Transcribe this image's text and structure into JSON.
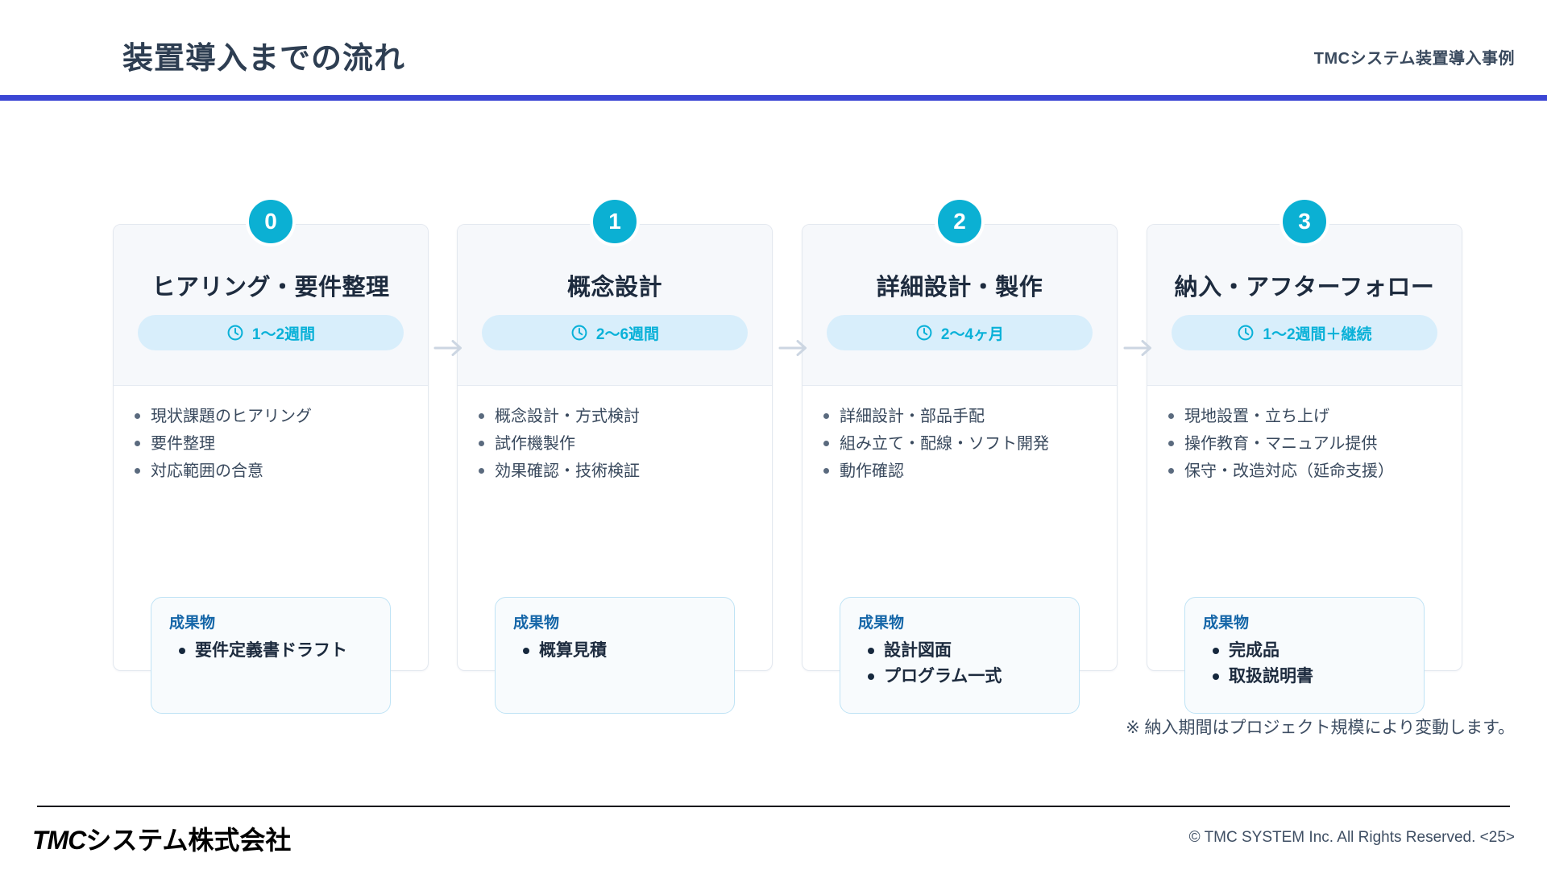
{
  "header": {
    "title": "装置導入までの流れ",
    "subtitle": "TMCシステム装置導入事例",
    "accent_color": "#3b46d4"
  },
  "theme": {
    "badge_color": "#0bb0d3",
    "pill_bg": "#d8eefb",
    "pill_text": "#09b1d8",
    "deliver_label_color": "#1566a8",
    "card_head_bg": "#f6f8fb",
    "arrow_color": "#ccd6e2"
  },
  "steps": [
    {
      "number": "0",
      "title": "ヒアリング・要件整理",
      "duration": "1〜2週間",
      "clock_icon": "clock-icon",
      "tasks": [
        "現状課題のヒアリング",
        "要件整理",
        "対応範囲の合意"
      ],
      "deliverable_label": "成果物",
      "deliverables": [
        "要件定義書ドラフト"
      ]
    },
    {
      "number": "1",
      "title": "概念設計",
      "duration": "2〜6週間",
      "clock_icon": "clock-icon",
      "tasks": [
        "概念設計・方式検討",
        "試作機製作",
        "効果確認・技術検証"
      ],
      "deliverable_label": "成果物",
      "deliverables": [
        "概算見積"
      ]
    },
    {
      "number": "2",
      "title": "詳細設計・製作",
      "duration": "2〜4ヶ月",
      "clock_icon": "clock-icon",
      "tasks": [
        "詳細設計・部品手配",
        "組み立て・配線・ソフト開発",
        "動作確認"
      ],
      "deliverable_label": "成果物",
      "deliverables": [
        "設計図面",
        "プログラム一式"
      ]
    },
    {
      "number": "3",
      "title": "納入・アフターフォロー",
      "duration": "1〜2週間＋継続",
      "clock_icon": "clock-icon",
      "tasks": [
        "現地設置・立ち上げ",
        "操作教育・マニュアル提供",
        "保守・改造対応（延命支援）"
      ],
      "deliverable_label": "成果物",
      "deliverables": [
        "完成品",
        "取扱説明書"
      ]
    }
  ],
  "connectors": [
    {
      "icon": "arrow-right-icon"
    },
    {
      "icon": "arrow-right-icon"
    },
    {
      "icon": "arrow-right-icon"
    }
  ],
  "note": "※ 納入期間はプロジェクト規模により変動します。",
  "footer": {
    "logo_mark": "TMC",
    "logo_rest": "システム株式会社",
    "copyright": "© TMC SYSTEM Inc. All Rights Reserved.  <25>"
  }
}
